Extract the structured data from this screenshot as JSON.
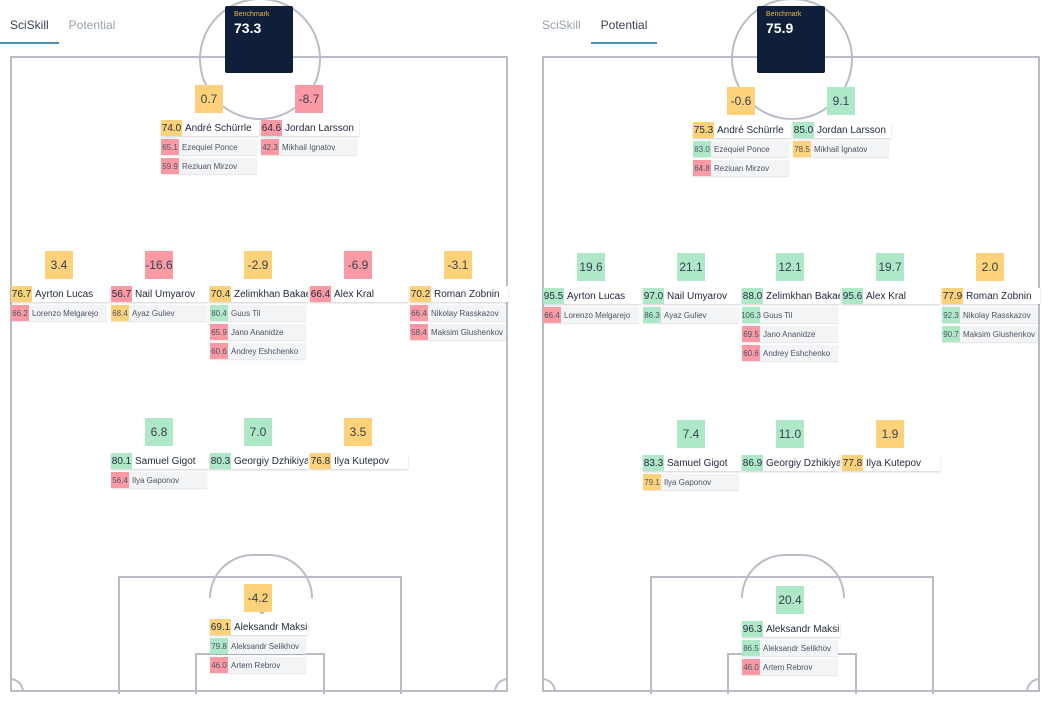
{
  "panels": [
    {
      "tabs": [
        {
          "label": "SciSkill",
          "active": true
        },
        {
          "label": "Potential",
          "active": false
        }
      ],
      "benchmark": {
        "label": "Benchmark",
        "value": "73.3"
      },
      "positions": [
        {
          "score": "0.7",
          "score_color": "yellow",
          "main": {
            "value": "74.0",
            "name": "André Schürrle",
            "color": "yellow"
          },
          "subs": [
            {
              "value": "65.1",
              "name": "Ezequiel Ponce",
              "color": "red"
            },
            {
              "value": "59.9",
              "name": "Reziuan Mirzov",
              "color": "red"
            }
          ]
        },
        {
          "score": "-8.7",
          "score_color": "red",
          "main": {
            "value": "64.6",
            "name": "Jordan Larsson",
            "color": "red"
          },
          "subs": [
            {
              "value": "42.3",
              "name": "Mikhail Ignatov",
              "color": "red"
            }
          ]
        },
        {
          "score": "3.4",
          "score_color": "yellow",
          "main": {
            "value": "76.7",
            "name": "Ayrton Lucas",
            "color": "yellow"
          },
          "subs": [
            {
              "value": "66.2",
              "name": "Lorenzo Melgarejo",
              "color": "red"
            }
          ]
        },
        {
          "score": "-16.6",
          "score_color": "red",
          "main": {
            "value": "56.7",
            "name": "Nail Umyarov",
            "color": "red"
          },
          "subs": [
            {
              "value": "68.4",
              "name": "Ayaz Guliev",
              "color": "yellow"
            }
          ]
        },
        {
          "score": "-2.9",
          "score_color": "yellow",
          "main": {
            "value": "70.4",
            "name": "Zelimkhan Bakaev",
            "color": "yellow"
          },
          "subs": [
            {
              "value": "80.4",
              "name": "Guus Til",
              "color": "green"
            },
            {
              "value": "65.9",
              "name": "Jano Ananidze",
              "color": "red"
            },
            {
              "value": "60.6",
              "name": "Andrey Eshchenko",
              "color": "red"
            }
          ]
        },
        {
          "score": "-6.9",
          "score_color": "red",
          "main": {
            "value": "66.4",
            "name": "Alex Kral",
            "color": "red"
          },
          "subs": []
        },
        {
          "score": "-3.1",
          "score_color": "yellow",
          "main": {
            "value": "70.2",
            "name": "Roman Zobnin",
            "color": "yellow"
          },
          "subs": [
            {
              "value": "66.4",
              "name": "Nikolay Rasskazov",
              "color": "red"
            },
            {
              "value": "58.4",
              "name": "Maksim Glushenkov",
              "color": "red"
            }
          ]
        },
        {
          "score": "6.8",
          "score_color": "green",
          "main": {
            "value": "80.1",
            "name": "Samuel Gigot",
            "color": "green"
          },
          "subs": [
            {
              "value": "56.4",
              "name": "Ilya Gaponov",
              "color": "red"
            }
          ]
        },
        {
          "score": "7.0",
          "score_color": "green",
          "main": {
            "value": "80.3",
            "name": "Georgiy Dzhikiya",
            "color": "green"
          },
          "subs": []
        },
        {
          "score": "3.5",
          "score_color": "yellow",
          "main": {
            "value": "76.8",
            "name": "Ilya Kutepov",
            "color": "yellow"
          },
          "subs": []
        },
        {
          "score": "-4.2",
          "score_color": "yellow",
          "main": {
            "value": "69.1",
            "name": "Aleksandr Maksimenko",
            "color": "yellow"
          },
          "subs": [
            {
              "value": "79.8",
              "name": "Aleksandr Selikhov",
              "color": "green"
            },
            {
              "value": "46.0",
              "name": "Artem Rebrov",
              "color": "red"
            }
          ]
        }
      ]
    },
    {
      "tabs": [
        {
          "label": "SciSkill",
          "active": false
        },
        {
          "label": "Potential",
          "active": true
        }
      ],
      "benchmark": {
        "label": "Benchmark",
        "value": "75.9"
      },
      "positions": [
        {
          "score": "-0.6",
          "score_color": "yellow",
          "main": {
            "value": "75.3",
            "name": "André Schürrle",
            "color": "yellow"
          },
          "subs": [
            {
              "value": "83.0",
              "name": "Ezequiel Ponce",
              "color": "green"
            },
            {
              "value": "64.8",
              "name": "Reziuan Mirzov",
              "color": "red"
            }
          ]
        },
        {
          "score": "9.1",
          "score_color": "green",
          "main": {
            "value": "85.0",
            "name": "Jordan Larsson",
            "color": "green"
          },
          "subs": [
            {
              "value": "78.5",
              "name": "Mikhail Ignatov",
              "color": "yellow"
            }
          ]
        },
        {
          "score": "19.6",
          "score_color": "green",
          "main": {
            "value": "95.5",
            "name": "Ayrton Lucas",
            "color": "green"
          },
          "subs": [
            {
              "value": "66.4",
              "name": "Lorenzo Melgarejo",
              "color": "red"
            }
          ]
        },
        {
          "score": "21.1",
          "score_color": "green",
          "main": {
            "value": "97.0",
            "name": "Nail Umyarov",
            "color": "green"
          },
          "subs": [
            {
              "value": "86.3",
              "name": "Ayaz Guliev",
              "color": "green"
            }
          ]
        },
        {
          "score": "12.1",
          "score_color": "green",
          "main": {
            "value": "88.0",
            "name": "Zelimkhan Bakaev",
            "color": "green"
          },
          "subs": [
            {
              "value": "106.3",
              "name": "Guus Til",
              "color": "green"
            },
            {
              "value": "69.5",
              "name": "Jano Ananidze",
              "color": "red"
            },
            {
              "value": "60.6",
              "name": "Andrey Eshchenko",
              "color": "red"
            }
          ]
        },
        {
          "score": "19.7",
          "score_color": "green",
          "main": {
            "value": "95.6",
            "name": "Alex Kral",
            "color": "green"
          },
          "subs": []
        },
        {
          "score": "2.0",
          "score_color": "yellow",
          "main": {
            "value": "77.9",
            "name": "Roman Zobnin",
            "color": "yellow"
          },
          "subs": [
            {
              "value": "92.3",
              "name": "Nikolay Rasskazov",
              "color": "green"
            },
            {
              "value": "90.7",
              "name": "Maksim Glushenkov",
              "color": "green"
            }
          ]
        },
        {
          "score": "7.4",
          "score_color": "green",
          "main": {
            "value": "83.3",
            "name": "Samuel Gigot",
            "color": "green"
          },
          "subs": [
            {
              "value": "79.1",
              "name": "Ilya Gaponov",
              "color": "yellow"
            }
          ]
        },
        {
          "score": "11.0",
          "score_color": "green",
          "main": {
            "value": "86.9",
            "name": "Georgiy Dzhikiya",
            "color": "green"
          },
          "subs": []
        },
        {
          "score": "1.9",
          "score_color": "yellow",
          "main": {
            "value": "77.8",
            "name": "Ilya Kutepov",
            "color": "yellow"
          },
          "subs": []
        },
        {
          "score": "20.4",
          "score_color": "green",
          "main": {
            "value": "96.3",
            "name": "Aleksandr Maksimenko",
            "color": "green"
          },
          "subs": [
            {
              "value": "86.5",
              "name": "Aleksandr Selikhov",
              "color": "green"
            },
            {
              "value": "46.0",
              "name": "Artem Rebrov",
              "color": "red"
            }
          ]
        }
      ]
    }
  ]
}
